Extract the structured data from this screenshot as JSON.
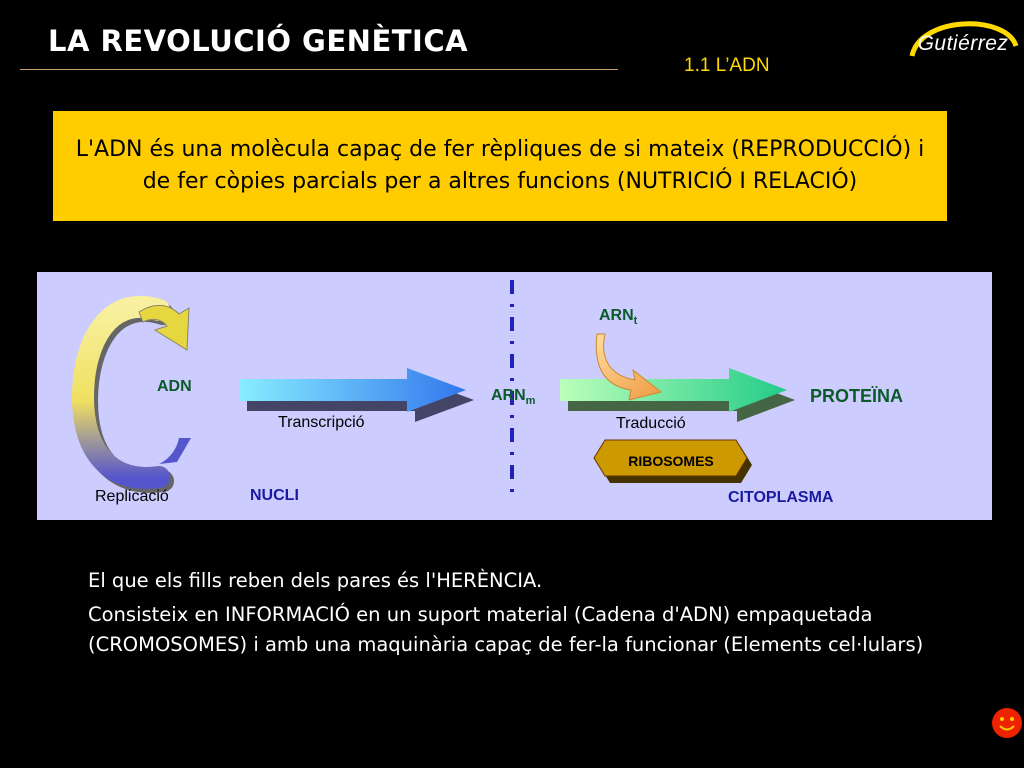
{
  "header": {
    "title": "LA REVOLUCIÓ GENÈTICA",
    "section": "1.1 L’ADN",
    "logo_text": "Gutiérrez"
  },
  "highlight": {
    "text": "L'ADN és una molècula capaç de fer rèpliques de si mateix (REPRODUCCIÓ) i de fer còpies parcials per a altres funcions (NUTRICIÓ I RELACIÓ)"
  },
  "diagram": {
    "adn": "ADN",
    "replicacio": "Replicació",
    "transcripcio": "Transcripció",
    "arnm_base": "ARN",
    "arnm_sub": "m",
    "arnt_base": "ARN",
    "arnt_sub": "t",
    "traduccio": "Traducció",
    "ribosomes": "RIBOSOMES",
    "proteina": "PROTEÏNA",
    "nucli": "NUCLI",
    "citoplasma": "CITOPLASMA",
    "colors": {
      "panel": "#ccccff",
      "green_label": "#0a5a2a",
      "blue_label": "#1a1aa0",
      "divider": "#2222bb",
      "ribosome_fill": "#cc9900"
    }
  },
  "body_text": {
    "line1": "El que els fills reben dels pares és l'HERÈNCIA.",
    "line2": "Consisteix en INFORMACIÓ en un suport material (Cadena d'ADN) empaquetada (CROMOSOMES) i amb una maquinària capaç de fer-la funcionar (Elements cel·lulars)"
  },
  "icons": {
    "logo": "gutierrez-logo",
    "nav": "smiley-icon"
  }
}
